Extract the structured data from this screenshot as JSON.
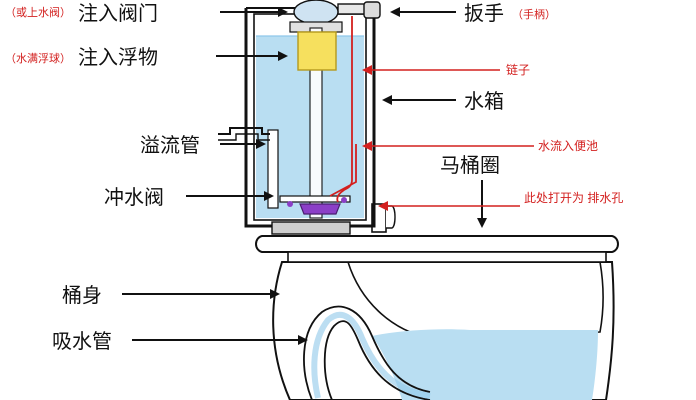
{
  "diagram": {
    "labels": {
      "inlet_valve": "注入阀门",
      "inlet_valve_note": "（或上水阀）",
      "float": "注入浮物",
      "float_note": "（水满浮球）",
      "overflow_tube": "溢流管",
      "flush_valve": "冲水阀",
      "body": "桶身",
      "siphon": "吸水管",
      "handle": "扳手",
      "handle_note": "（手柄）",
      "chain": "链子",
      "tank": "水箱",
      "water_to_bowl": "水流入便池",
      "seat_ring": "马桶圈",
      "drain_hole": "此处打开为 排水孔"
    },
    "colors": {
      "water": "#b9def2",
      "water_deep": "#8fc8ea",
      "float": "#f6e05e",
      "flapper": "#8b3fc7",
      "red_label": "#d3201f",
      "outline": "#111111"
    }
  }
}
